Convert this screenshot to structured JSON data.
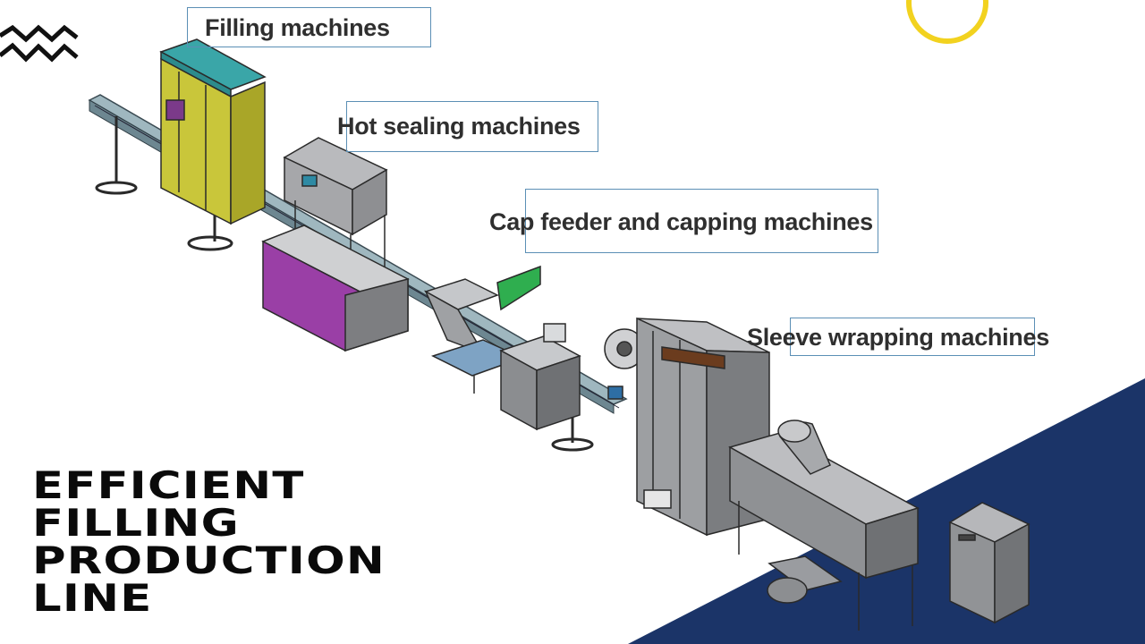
{
  "labels": {
    "filling": "Filling machines",
    "hot_sealing": "Hot sealing machines",
    "cap_feeder": "Cap feeder and capping machines",
    "sleeve": "Sleeve wrapping machines"
  },
  "headline": {
    "line1": "EFFICIENT",
    "line2": "FILLING",
    "line3": "PRODUCTION",
    "line4": "LINE"
  },
  "colors": {
    "navy": "#1b3468",
    "ring": "#f2d21f",
    "label_border": "#5b8fb5",
    "headline": "#0a0a0a"
  },
  "icons": {
    "zigzag": "zigzag-decoration-icon",
    "ring": "yellow-ring-icon"
  }
}
